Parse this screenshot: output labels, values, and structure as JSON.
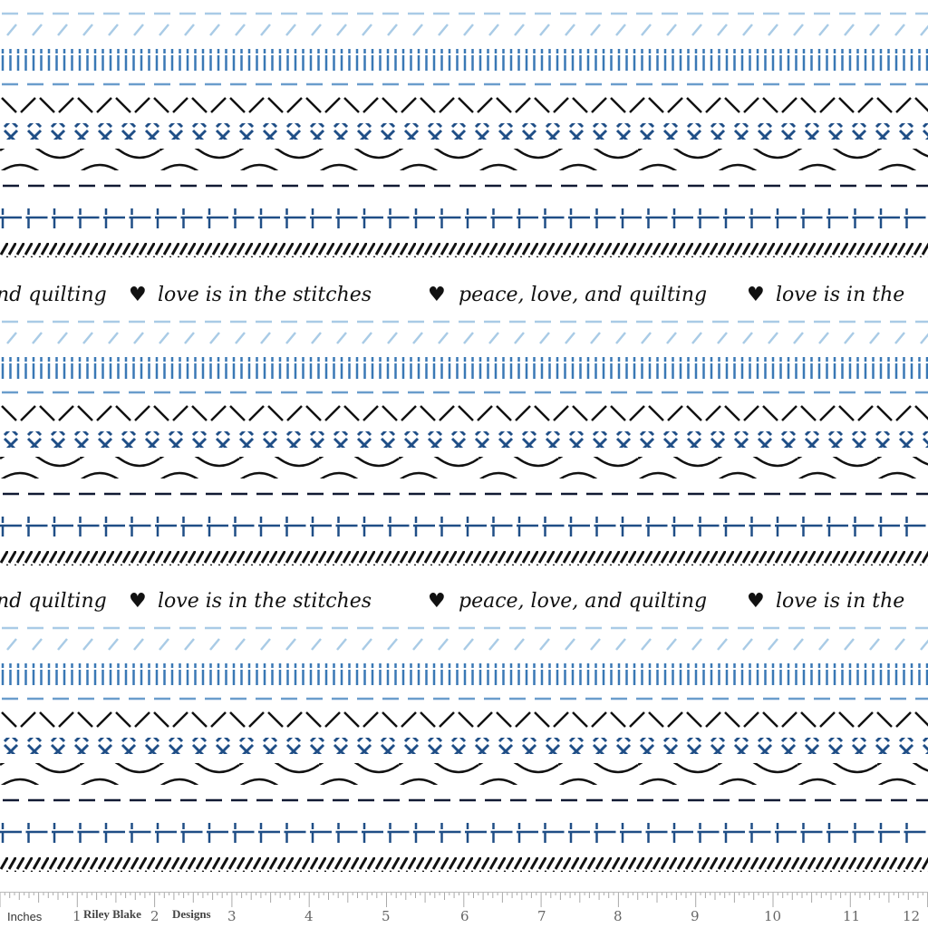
{
  "fabric": {
    "colors": {
      "light_blue": "#a9cbe6",
      "mid_blue": "#3a78b5",
      "navy": "#1f4e86",
      "black": "#111111",
      "background": "#ffffff"
    },
    "phrases": [
      "love is in the stitches",
      "peace, love, and quilting"
    ],
    "separator_icon": "heart-icon",
    "text_rows": [
      {
        "items": [
          "nd quilting",
          "♥",
          "love is in the stitches",
          "♥",
          "peace, love, and quilting",
          "♥",
          "love is in the"
        ]
      },
      {
        "items": [
          "nd quilting",
          "♥",
          "love is in the stitches",
          "♥",
          "peace, love, and quilting",
          "♥",
          "love is in the"
        ]
      }
    ]
  },
  "ruler": {
    "unit_label": "Inches",
    "brand_part1": "Riley Blake",
    "brand_part2": "Designs",
    "numbers": [
      "1",
      "2",
      "3",
      "4",
      "5",
      "6",
      "7",
      "8",
      "9",
      "10",
      "11",
      "12"
    ]
  }
}
